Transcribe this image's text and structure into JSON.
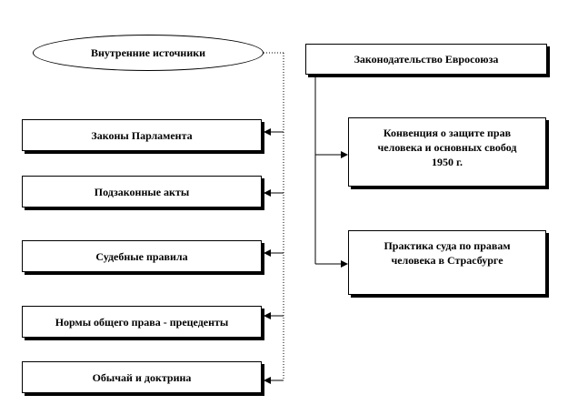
{
  "diagram": {
    "domestic_header": "Внутренние источники",
    "eu_header": "Законодательство Евросоюза",
    "domestic_sources": [
      "Законы Парламента",
      "Подзаконные акты",
      "Судебные правила",
      "Нормы общего права - прецеденты",
      "Обычай и доктрина"
    ],
    "eu_sources": [
      "Конвенция о защите прав\nчеловека и основных свобод\n1950 г.",
      "Практика суда по правам\nчеловека в Страсбурге"
    ]
  },
  "colors": {
    "line": "#000000",
    "box_fill": "#ffffff",
    "shadow": "#000000"
  }
}
